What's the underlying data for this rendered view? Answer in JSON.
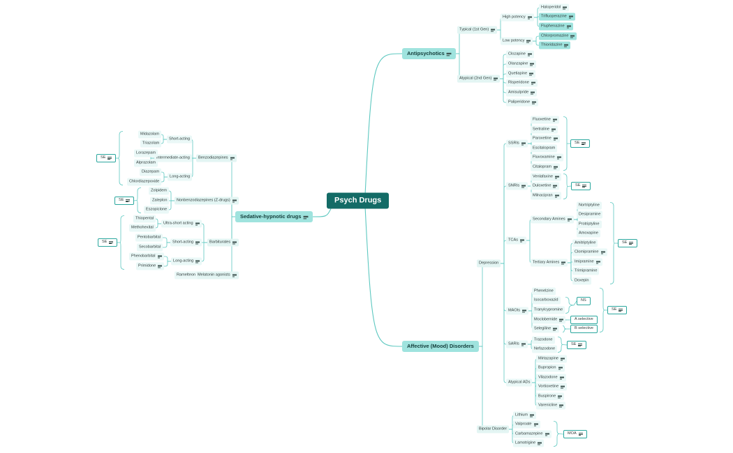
{
  "root": {
    "id": "root",
    "label": "Psych Drugs"
  },
  "icons": {
    "notes": "notes-icon"
  },
  "colors": {
    "line": "#5dc8c0",
    "root_bg": "#136b66",
    "main_bg": "#9fe3de",
    "leaf_bg": "#eaf8f7",
    "se_border": "#2aa79e"
  },
  "nodes": [
    {
      "id": "antipsychotics",
      "label": "Antipsychotics",
      "kind": "main",
      "parent": "root",
      "icon": "notes"
    },
    {
      "id": "typical",
      "label": "Typical (1st Gen)",
      "parent": "antipsychotics",
      "icon": "notes"
    },
    {
      "id": "high",
      "label": "High potency",
      "parent": "typical",
      "icon": "notes"
    },
    {
      "id": "haloperidol",
      "label": "Haloperidol",
      "parent": "high",
      "icon": "note"
    },
    {
      "id": "trifluoperazine",
      "label": "Trifluoperazine",
      "parent": "high",
      "icon": "notes",
      "hl": true
    },
    {
      "id": "fluphenazine",
      "label": "Fluphenazine",
      "parent": "high",
      "icon": "notes",
      "hl": true
    },
    {
      "id": "low",
      "label": "Low potency",
      "parent": "typical",
      "icon": "notes"
    },
    {
      "id": "chlorpromazine",
      "label": "Chlorpromazine",
      "parent": "low",
      "icon": "note",
      "hl": true
    },
    {
      "id": "thioridazine",
      "label": "Thioridazine",
      "parent": "low",
      "icon": "notes",
      "hl": true
    },
    {
      "id": "atypical",
      "label": "Atypical (2nd Gen)",
      "parent": "antipsychotics",
      "icon": "notes"
    },
    {
      "id": "clozapine",
      "label": "Clozapine",
      "parent": "atypical",
      "icon": "notes"
    },
    {
      "id": "olanzapine",
      "label": "Olanzapine",
      "parent": "atypical",
      "icon": "note"
    },
    {
      "id": "quetiapine",
      "label": "Quetiapine",
      "parent": "atypical",
      "icon": "notes"
    },
    {
      "id": "risperidone",
      "label": "Risperidone",
      "parent": "atypical",
      "icon": "notes"
    },
    {
      "id": "amisulpride",
      "label": "Amisulpride",
      "parent": "atypical",
      "icon": "notes"
    },
    {
      "id": "paliperidone",
      "label": "Paliperidone",
      "parent": "atypical",
      "icon": "notes"
    },
    {
      "id": "affective",
      "label": "Affective (Mood) Disorders",
      "kind": "main",
      "parent": "root"
    },
    {
      "id": "depression",
      "label": "Depression",
      "parent": "affective"
    },
    {
      "id": "ssris",
      "label": "SSRIs",
      "parent": "depression",
      "icon": "notes"
    },
    {
      "id": "fluoxetine",
      "label": "Fluoxetine",
      "parent": "ssris",
      "icon": "notes"
    },
    {
      "id": "sertraline",
      "label": "Sertraline",
      "parent": "ssris",
      "icon": "note"
    },
    {
      "id": "paroxetine",
      "label": "Paroxetine",
      "parent": "ssris",
      "icon": "notes"
    },
    {
      "id": "escitalopram",
      "label": "Escitalopram",
      "parent": "ssris"
    },
    {
      "id": "fluvoxamine",
      "label": "Fluvoxamine",
      "parent": "ssris",
      "icon": "notes"
    },
    {
      "id": "citalopram",
      "label": "Citalopram",
      "parent": "ssris",
      "icon": "notes"
    },
    {
      "id": "snris",
      "label": "SNRIs",
      "parent": "depression",
      "icon": "notes"
    },
    {
      "id": "venlafaxine",
      "label": "Venlafaxine",
      "parent": "snris",
      "icon": "note"
    },
    {
      "id": "duloxetine",
      "label": "Duloxetine",
      "parent": "snris",
      "icon": "notes"
    },
    {
      "id": "milnacipran",
      "label": "Milnacipran",
      "parent": "snris",
      "icon": "notes"
    },
    {
      "id": "tcas",
      "label": "TCAs",
      "parent": "depression",
      "icon": "notes"
    },
    {
      "id": "secondary",
      "label": "Secondary Amines",
      "parent": "tcas",
      "icon": "notes"
    },
    {
      "id": "nortriptyline",
      "label": "Nortriptyline",
      "parent": "secondary"
    },
    {
      "id": "desipramine",
      "label": "Desipramine",
      "parent": "secondary"
    },
    {
      "id": "protriptyline",
      "label": "Protriptyline",
      "parent": "secondary"
    },
    {
      "id": "amoxapine",
      "label": "Amoxapine",
      "parent": "secondary"
    },
    {
      "id": "tertiary",
      "label": "Tertiary Amines",
      "parent": "tcas",
      "icon": "notes"
    },
    {
      "id": "amitriptyline",
      "label": "Amitriptyline",
      "parent": "tertiary"
    },
    {
      "id": "clomipramine",
      "label": "Clomipramine",
      "parent": "tertiary",
      "icon": "note"
    },
    {
      "id": "imipramine",
      "label": "Imipramine",
      "parent": "tertiary",
      "icon": "notes"
    },
    {
      "id": "trimipramine",
      "label": "Trimipramine",
      "parent": "tertiary"
    },
    {
      "id": "doxepin",
      "label": "Doxepin",
      "parent": "tertiary"
    },
    {
      "id": "maois",
      "label": "MAOIs",
      "parent": "depression",
      "icon": "notes"
    },
    {
      "id": "phenelzine",
      "label": "Phenelzine",
      "parent": "maois"
    },
    {
      "id": "isocarboxazid",
      "label": "Isocarboxazid",
      "parent": "maois"
    },
    {
      "id": "tranylcypromine",
      "label": "Tranylcypromine",
      "parent": "maois"
    },
    {
      "id": "moclobemide",
      "label": "Moclobemide",
      "parent": "maois",
      "icon": "notes"
    },
    {
      "id": "selegiline",
      "label": "Selegiline",
      "parent": "maois",
      "icon": "notes"
    },
    {
      "id": "saris",
      "label": "SARIs",
      "parent": "depression",
      "icon": "notes"
    },
    {
      "id": "trazodone",
      "label": "Trazodone",
      "parent": "saris"
    },
    {
      "id": "nefazodone",
      "label": "Nefazodone",
      "parent": "saris"
    },
    {
      "id": "atypads",
      "label": "Atypical ADs",
      "parent": "depression"
    },
    {
      "id": "mirtazapine",
      "label": "Mirtazapine",
      "parent": "atypads",
      "icon": "note"
    },
    {
      "id": "bupropion",
      "label": "Bupropion",
      "parent": "atypads",
      "icon": "notes"
    },
    {
      "id": "vilazodone",
      "label": "Vilazodone",
      "parent": "atypads",
      "icon": "notes"
    },
    {
      "id": "vortioxetine",
      "label": "Vortioxetine",
      "parent": "atypads",
      "icon": "notes"
    },
    {
      "id": "buspirone",
      "label": "Buspirone",
      "parent": "atypads",
      "icon": "notes"
    },
    {
      "id": "varenicline",
      "label": "Varenicline",
      "parent": "atypads",
      "icon": "notes"
    },
    {
      "id": "bipolar",
      "label": "Bipolar Disorder",
      "parent": "affective"
    },
    {
      "id": "lithium",
      "label": "Lithium",
      "parent": "bipolar",
      "icon": "note"
    },
    {
      "id": "valproate",
      "label": "Valproate",
      "parent": "bipolar",
      "icon": "notes"
    },
    {
      "id": "carbamazepine",
      "label": "Carbamazepine",
      "parent": "bipolar",
      "icon": "notes"
    },
    {
      "id": "lamotrigine",
      "label": "Lamotrigine",
      "parent": "bipolar",
      "icon": "notes"
    },
    {
      "id": "sedative",
      "label": "Sedative-hypnotic drugs",
      "kind": "main",
      "parent": "root",
      "icon": "notes",
      "side": "left"
    },
    {
      "id": "benzos",
      "label": "Benzodiazepines",
      "parent": "sedative",
      "icon": "notes",
      "side": "left"
    },
    {
      "id": "shortact",
      "label": "Short-acting",
      "parent": "benzos",
      "side": "left"
    },
    {
      "id": "midazolam",
      "label": "Midazolam",
      "parent": "shortact",
      "side": "left"
    },
    {
      "id": "triazolam",
      "label": "Triazolam",
      "parent": "shortact",
      "side": "left"
    },
    {
      "id": "interact",
      "label": "Intermediate-acting",
      "parent": "benzos",
      "side": "left"
    },
    {
      "id": "lorazepam",
      "label": "Lorazepam",
      "parent": "interact",
      "side": "left"
    },
    {
      "id": "alprazolam",
      "label": "Alprazolam",
      "parent": "interact",
      "side": "left"
    },
    {
      "id": "longact",
      "label": "Long-acting",
      "parent": "benzos",
      "side": "left"
    },
    {
      "id": "diazepam",
      "label": "Diazepam",
      "parent": "longact",
      "side": "left"
    },
    {
      "id": "chlordiazepoxide",
      "label": "Chlordiazepoxide",
      "parent": "longact",
      "side": "left"
    },
    {
      "id": "nonbenzo",
      "label": "Nonbenzodiazepines (Z-drugs)",
      "parent": "sedative",
      "icon": "notes",
      "side": "left"
    },
    {
      "id": "zolpidem",
      "label": "Zolpidem",
      "parent": "nonbenzo",
      "side": "left"
    },
    {
      "id": "zaleplon",
      "label": "Zaleplon",
      "parent": "nonbenzo",
      "side": "left"
    },
    {
      "id": "eszopiclone",
      "label": "Eszopiclone",
      "parent": "nonbenzo",
      "side": "left"
    },
    {
      "id": "barbs",
      "label": "Barbiturates",
      "parent": "sedative",
      "icon": "notes",
      "side": "left"
    },
    {
      "id": "ultrashort",
      "label": "Ultra-short acting",
      "parent": "barbs",
      "icon": "notes",
      "side": "left"
    },
    {
      "id": "thiopental",
      "label": "Thiopental",
      "parent": "ultrashort",
      "side": "left"
    },
    {
      "id": "methohexital",
      "label": "Methohexital",
      "parent": "ultrashort",
      "side": "left"
    },
    {
      "id": "shortbarb",
      "label": "Short-acting",
      "parent": "barbs",
      "icon": "notes",
      "side": "left"
    },
    {
      "id": "pentobarbital",
      "label": "Pentobarbital",
      "parent": "shortbarb",
      "side": "left"
    },
    {
      "id": "secobarbital",
      "label": "Secobarbital",
      "parent": "shortbarb",
      "side": "left"
    },
    {
      "id": "longbarb",
      "label": "Long-acting",
      "parent": "barbs",
      "icon": "notes",
      "side": "left"
    },
    {
      "id": "phenobarbital",
      "label": "Phenobarbital",
      "parent": "longbarb",
      "icon": "notes",
      "side": "left"
    },
    {
      "id": "primidone",
      "label": "Primidone",
      "parent": "longbarb",
      "icon": "notes",
      "side": "left"
    },
    {
      "id": "melatonin",
      "label": "Melatonin agonists",
      "parent": "sedative",
      "icon": "notes",
      "side": "left"
    },
    {
      "id": "ramelteon",
      "label": "Ramelteon",
      "parent": "melatonin",
      "side": "left"
    }
  ],
  "summaries": [
    {
      "id": "sum-ssri",
      "label": "SE",
      "icon": "notes",
      "covers": [
        "fluoxetine",
        "citalopram"
      ]
    },
    {
      "id": "sum-snri",
      "label": "SE",
      "icon": "notes",
      "covers": [
        "venlafaxine",
        "milnacipran"
      ]
    },
    {
      "id": "sum-tca",
      "label": "SE",
      "icon": "notes",
      "covers": [
        "nortriptyline",
        "doxepin"
      ]
    },
    {
      "id": "sum-maoi-ns",
      "label": "NS",
      "covers": [
        "isocarboxazid",
        "tranylcypromine"
      ],
      "inner": true
    },
    {
      "id": "sum-maoi-a",
      "label": "A selective",
      "covers": [
        "moclobemide",
        "moclobemide"
      ],
      "inner": true
    },
    {
      "id": "sum-maoi-b",
      "label": "B selective",
      "covers": [
        "selegiline",
        "selegiline"
      ],
      "inner": true
    },
    {
      "id": "sum-maoi",
      "label": "SE",
      "icon": "notes",
      "covers": [
        "phenelzine",
        "selegiline"
      ]
    },
    {
      "id": "sum-sari",
      "label": "SE",
      "icon": "notes",
      "covers": [
        "trazodone",
        "nefazodone"
      ]
    },
    {
      "id": "sum-bipolar",
      "label": "MOA",
      "icon": "notes",
      "covers": [
        "valproate",
        "lamotrigine"
      ]
    },
    {
      "id": "sum-benzo",
      "label": "SE",
      "icon": "notes",
      "covers": [
        "midazolam",
        "chlordiazepoxide"
      ],
      "side": "left"
    },
    {
      "id": "sum-nonbenzo",
      "label": "SE",
      "icon": "notes",
      "covers": [
        "zolpidem",
        "eszopiclone"
      ],
      "side": "left"
    },
    {
      "id": "sum-barb",
      "label": "SE",
      "icon": "notes",
      "covers": [
        "thiopental",
        "primidone"
      ],
      "side": "left"
    }
  ]
}
